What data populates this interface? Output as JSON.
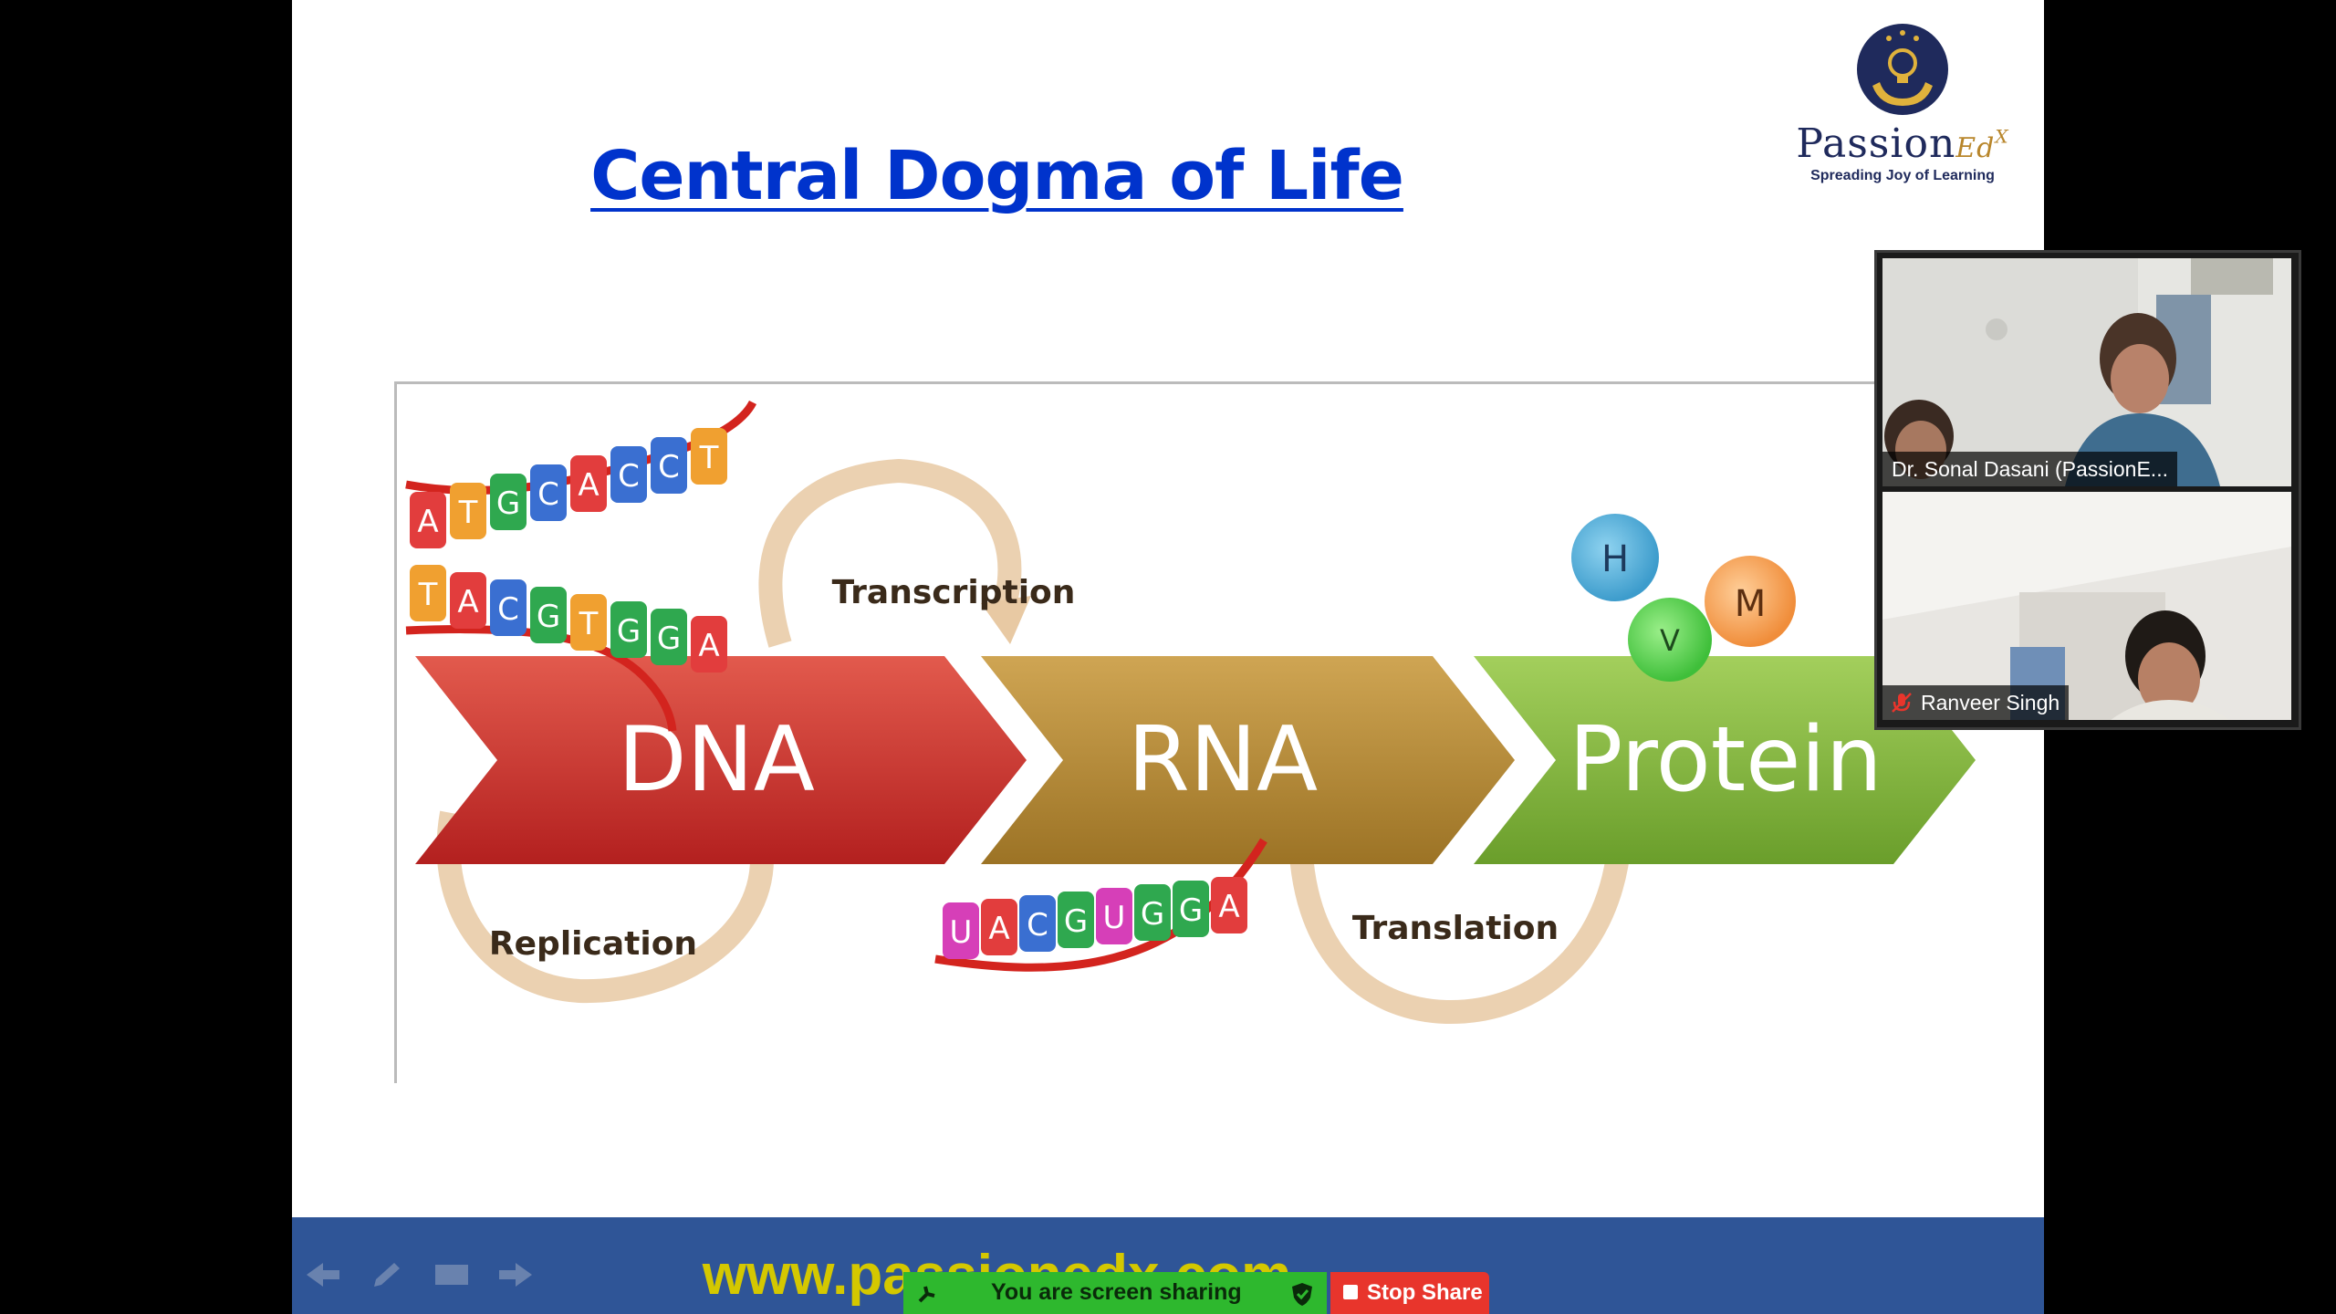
{
  "slide": {
    "title": "Central Dogma of Life",
    "logo": {
      "brand": "Passion",
      "brand_suffix": "Ed",
      "brand_mark": "X",
      "tagline": "Spreading Joy of Learning"
    },
    "diagram": {
      "nodes": [
        "DNA",
        "RNA",
        "Protein"
      ],
      "processes": [
        "Transcription",
        "Replication",
        "Translation"
      ],
      "dna_top_letters": [
        "A",
        "T",
        "G",
        "C",
        "A",
        "C",
        "C",
        "T"
      ],
      "dna_bottom_letters": [
        "T",
        "A",
        "C",
        "G",
        "T",
        "G",
        "G",
        "A"
      ],
      "rna_letters": [
        "U",
        "A",
        "C",
        "G",
        "U",
        "G",
        "G",
        "A"
      ],
      "molecules": [
        "H",
        "V",
        "M"
      ]
    },
    "footer_url": "www.passionedx.com"
  },
  "share_bar": {
    "status": "You are screen sharing",
    "stop_label": "Stop Share"
  },
  "participants": [
    {
      "name": "Dr. Sonal Dasani (PassionE..."
    },
    {
      "name": "Ranveer Singh"
    }
  ],
  "colors": {
    "dna": "#c62f2f",
    "rna": "#b5892e",
    "protein": "#7fb53a",
    "footer": "#2f5597",
    "share_green": "#2eb82e",
    "stop_red": "#e8352c"
  }
}
